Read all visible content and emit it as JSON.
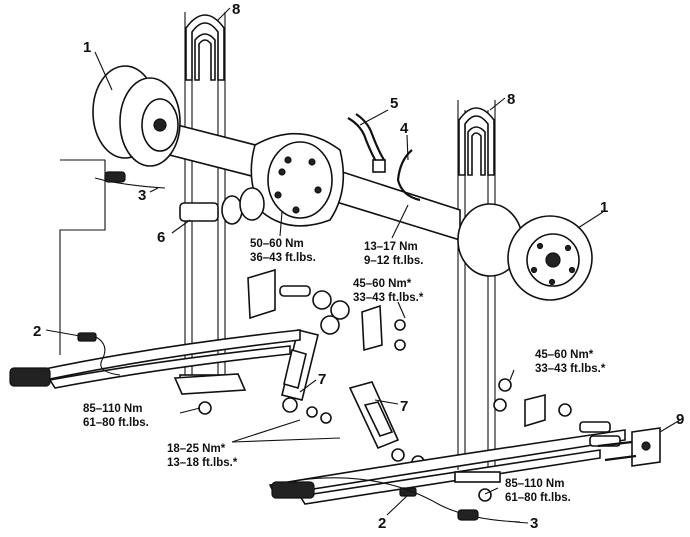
{
  "callouts": {
    "c1a": "1",
    "c1b": "1",
    "c2a": "2",
    "c2b": "2",
    "c3a": "3",
    "c3b": "3",
    "c4": "4",
    "c5": "5",
    "c6": "6",
    "c7a": "7",
    "c7b": "7",
    "c8a": "8",
    "c8b": "8",
    "c9": "9"
  },
  "torque_specs": {
    "diff_nm": "50–60 Nm",
    "diff_ft": "36–43 ft.lbs.",
    "hose_nm": "13–17 Nm",
    "hose_ft": "9–12 ft.lbs.",
    "bracket_nm": "45–60 Nm*",
    "bracket_ft": "33–43 ft.lbs.*",
    "spring_right_nm": "45–60 Nm*",
    "spring_right_ft": "33–43 ft.lbs.*",
    "ubolt_left_nm": "85–110 Nm",
    "ubolt_left_ft": "61–80 ft.lbs.",
    "shock_nm": "18–25 Nm*",
    "shock_ft": "13–18 ft.lbs.*",
    "ubolt_right_nm": "85–110 Nm",
    "ubolt_right_ft": "61–80 ft.lbs."
  }
}
